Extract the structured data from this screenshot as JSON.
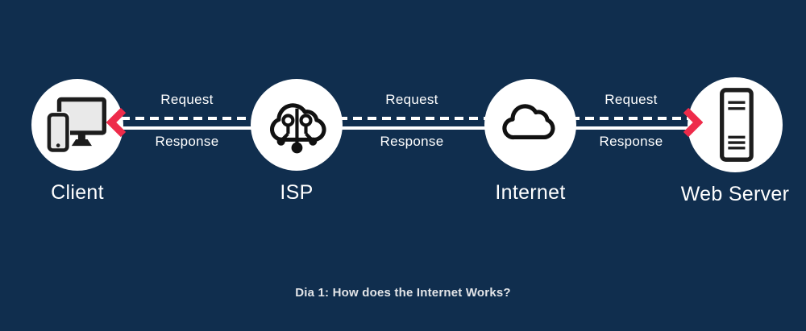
{
  "caption": "Dia 1: How does the Internet Works?",
  "colors": {
    "background": "#102e4e",
    "node_circle_fill": "#ffffff",
    "icon_stroke": "#1d1d1d",
    "arrow_red": "#ee2b4a",
    "connection_line": "#ffffff",
    "label_text": "#ffffff",
    "caption_text": "#e3e5e8"
  },
  "nodes": [
    {
      "id": "client",
      "label": "Client",
      "icon": "client-devices-icon"
    },
    {
      "id": "isp",
      "label": "ISP",
      "icon": "isp-cloud-network-icon"
    },
    {
      "id": "internet",
      "label": "Internet",
      "icon": "internet-cloud-icon"
    },
    {
      "id": "web-server",
      "label": "Web Server",
      "icon": "server-tower-icon"
    }
  ],
  "links": [
    {
      "from": "Client",
      "to": "ISP",
      "top_label": "Request",
      "bottom_label": "Response"
    },
    {
      "from": "ISP",
      "to": "Internet",
      "top_label": "Request",
      "bottom_label": "Response"
    },
    {
      "from": "Internet",
      "to": "Web Server",
      "top_label": "Request",
      "bottom_label": "Response"
    }
  ],
  "arrows": [
    {
      "id": "left",
      "icon": "chevron-left-icon",
      "points_to": "Client"
    },
    {
      "id": "right",
      "icon": "chevron-right-icon",
      "points_to": "Web Server"
    }
  ],
  "line_styles": {
    "request": "dashed",
    "response": "solid"
  }
}
